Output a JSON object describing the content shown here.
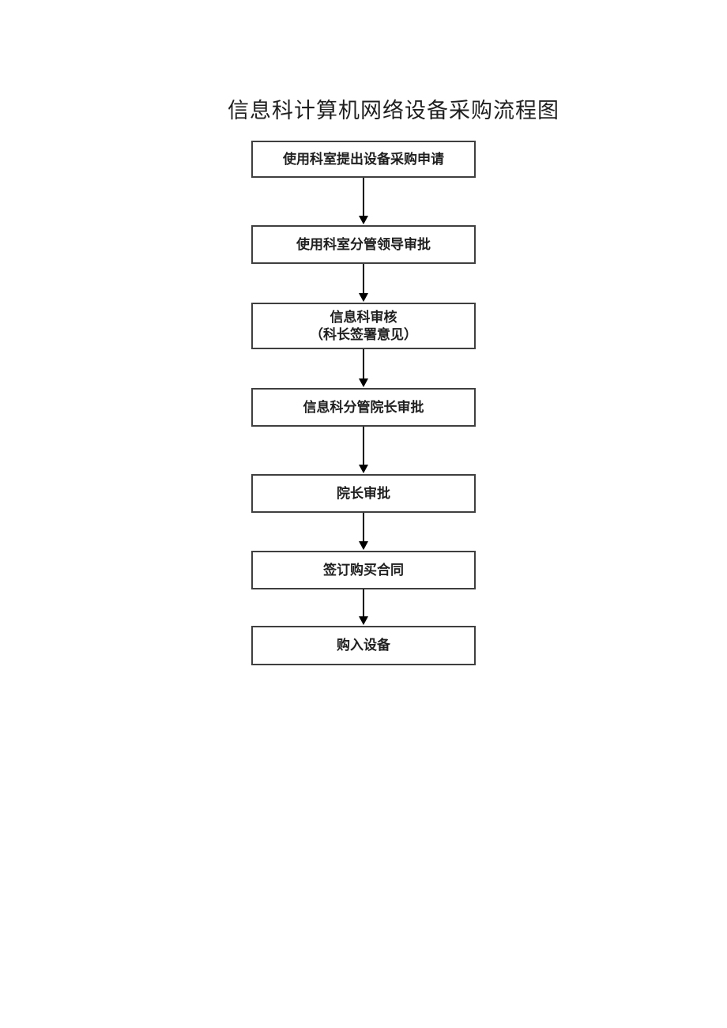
{
  "title": "信息科计算机网络设备采购流程图",
  "flowchart": {
    "description": "vertical-procurement-process",
    "nodes": [
      {
        "lines": [
          "使用科室提出设备采购申请"
        ]
      },
      {
        "lines": [
          "使用科室分管领导审批"
        ]
      },
      {
        "lines": [
          "信息科审核",
          "（科长签署意见）"
        ]
      },
      {
        "lines": [
          "信息科分管院长审批"
        ]
      },
      {
        "lines": [
          "院长审批"
        ]
      },
      {
        "lines": [
          "签订购买合同"
        ]
      },
      {
        "lines": [
          "购入设备"
        ]
      }
    ],
    "connector": "arrow-down"
  },
  "colors": {
    "page_bg": "#ffffff",
    "box_border": "#3f3f3f",
    "text": "#1f1f1f",
    "arrow": "#000000"
  }
}
